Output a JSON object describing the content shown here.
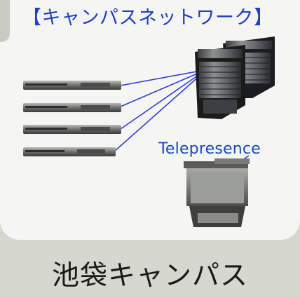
{
  "header": {
    "title": "【キャンパスネットワーク】"
  },
  "telepresence": {
    "label": "Telepresence"
  },
  "caption": {
    "text": "池袋キャンパス"
  },
  "diagram": {
    "devices": [
      "server-icon",
      "server-icon",
      "server-icon",
      "server-icon",
      "core-switch-icon",
      "core-switch-icon",
      "telepresence-unit-icon"
    ],
    "link_color": "#2f3fd0"
  }
}
